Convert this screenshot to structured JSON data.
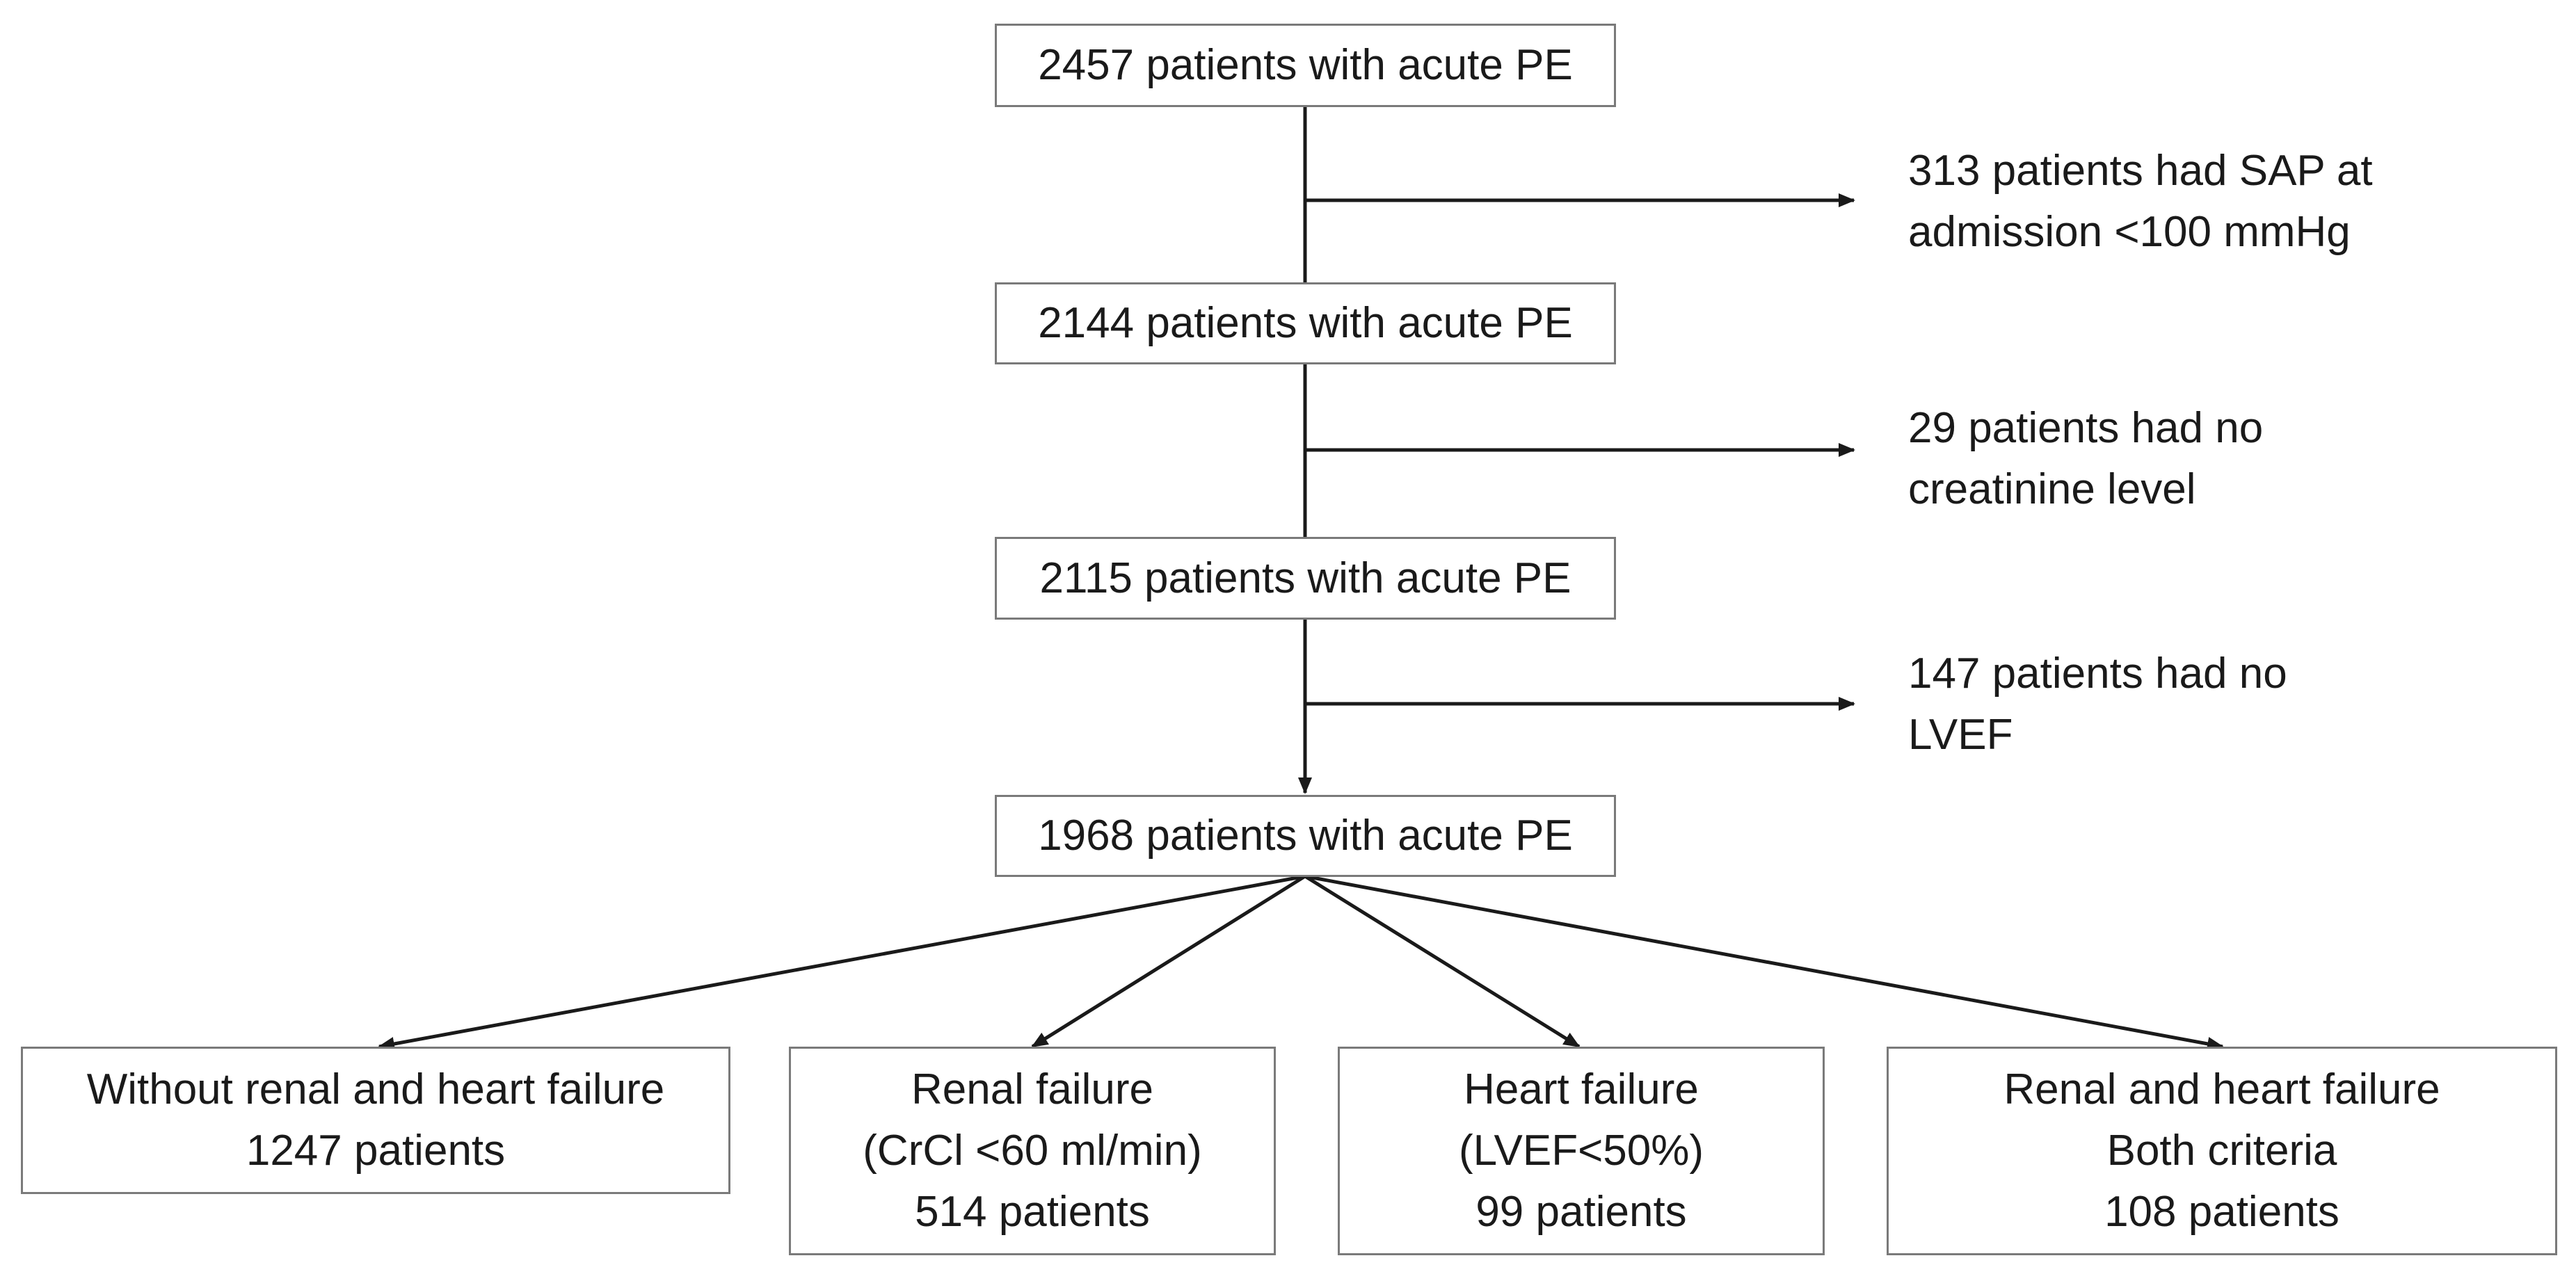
{
  "flow_boxes": {
    "step1": "2457 patients with acute PE",
    "step2": "2144 patients with acute PE",
    "step3": "2115 patients with acute PE",
    "step4": "1968 patients with acute PE"
  },
  "exclusions": {
    "sap": [
      "313 patients had SAP at",
      "admission <100 mmHg"
    ],
    "creatinine": [
      "29 patients had no",
      "creatinine level"
    ],
    "lvef": [
      "147 patients had no",
      "LVEF"
    ]
  },
  "groups": {
    "none": [
      "Without renal and heart failure",
      "1247 patients"
    ],
    "renal": [
      "Renal failure",
      "(CrCl <60 ml/min)",
      "514 patients"
    ],
    "heart": [
      "Heart failure",
      "(LVEF<50%)",
      "99 patients"
    ],
    "both": [
      "Renal and heart failure",
      "Both criteria",
      "108 patients"
    ]
  },
  "colors": {
    "line": "#1a1a1a",
    "box_border": "#7a7a7a",
    "text": "#1a1a1a"
  }
}
